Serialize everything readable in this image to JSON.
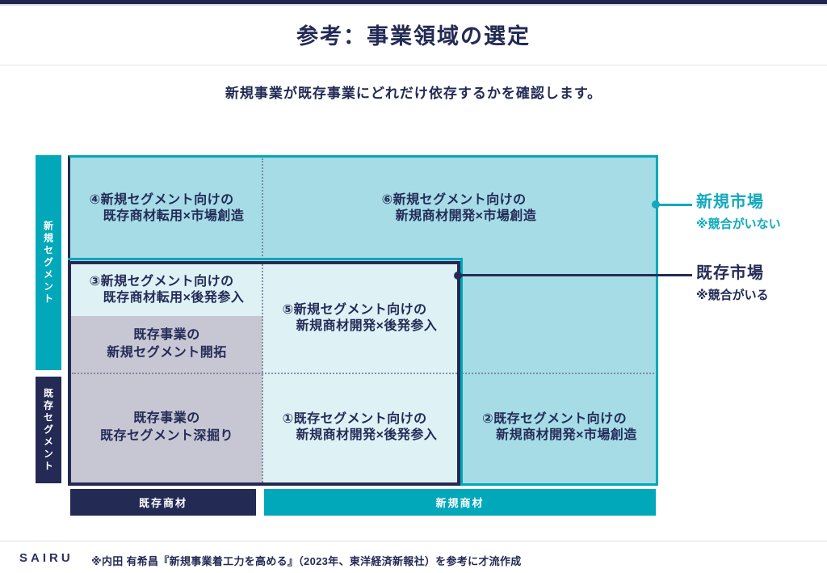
{
  "header": {
    "title": "参考：事業領域の選定",
    "subtitle": "新規事業が既存事業にどれだけ依存するかを確認します。"
  },
  "matrix": {
    "y_axis": {
      "top_label": "新規セグメント",
      "bottom_label": "既存セグメント"
    },
    "x_axis": {
      "left_label": "既存商材",
      "right_label": "新規商材"
    },
    "cells": {
      "c4": {
        "line1": "④新規セグメント向けの",
        "line2": "既存商材転用×市場創造"
      },
      "c6": {
        "line1": "⑥新規セグメント向けの",
        "line2": "新規商材開発×市場創造"
      },
      "c3": {
        "line1": "③新規セグメント向けの",
        "line2": "既存商材転用×後発参入"
      },
      "c5": {
        "line1": "⑤新規セグメント向けの",
        "line2": "新規商材開発×後発参入"
      },
      "c1": {
        "line1": "①既存セグメント向けの",
        "line2": "新規商材開発×後発参入"
      },
      "c2": {
        "line1": "②既存セグメント向けの",
        "line2": "新規商材開発×市場創造"
      },
      "g1": {
        "line1": "既存事業の",
        "line2": "新規セグメント開拓"
      },
      "g2": {
        "line1": "既存事業の",
        "line2": "既存セグメント深掘り"
      }
    }
  },
  "legend": {
    "new_market": {
      "label": "新規市場",
      "note": "※競合がいない",
      "color": "#12a9bd"
    },
    "existing_market": {
      "label": "既存市場",
      "note": "※競合がいる",
      "color": "#242b57"
    }
  },
  "footer": {
    "logo": "SAIRU",
    "credit": "※内田 有希昌『新規事業着工力を高める』（2023年、東洋経済新報社）を参考に才流作成"
  },
  "colors": {
    "navy": "#232a54",
    "teal": "#00a8ba",
    "new_market_fill": "#a5dce6",
    "existing_market_fill": "#def1f5",
    "existing_business_fill": "#c7c6d3",
    "divider": "#e3e3e8"
  }
}
